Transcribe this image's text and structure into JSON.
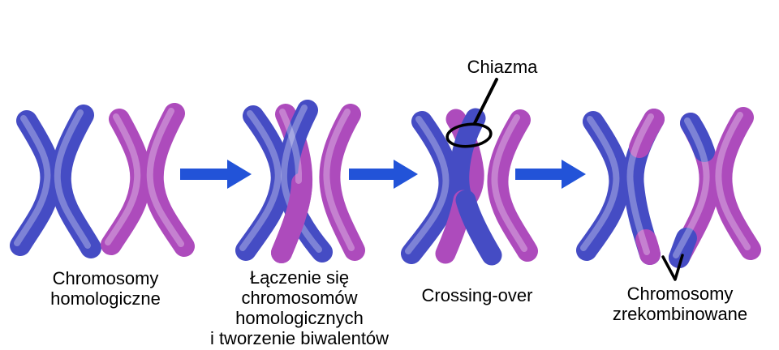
{
  "figure": {
    "title": "Crossing-over during meiosis (Polish labels)",
    "colors": {
      "chromosome_blue": "#454cc4",
      "chromosome_magenta": "#ad4bbc",
      "arrow_blue": "#2253d8",
      "annotation": "#000000",
      "background": "#ffffff"
    },
    "stages": [
      {
        "id": "homologous-chromosomes",
        "label": "Chromosomy\nhomologiczne"
      },
      {
        "id": "bivalent-formation",
        "label": "Łączenie się\nchromosomów\nhomologicznych\ni tworzenie biwalentów"
      },
      {
        "id": "crossing-over",
        "label": "Crossing-over"
      },
      {
        "id": "recombined-chromosomes",
        "label": "Chromosomy\nzrekombinowane"
      }
    ],
    "callouts": {
      "chiazma": "Chiazma"
    }
  }
}
